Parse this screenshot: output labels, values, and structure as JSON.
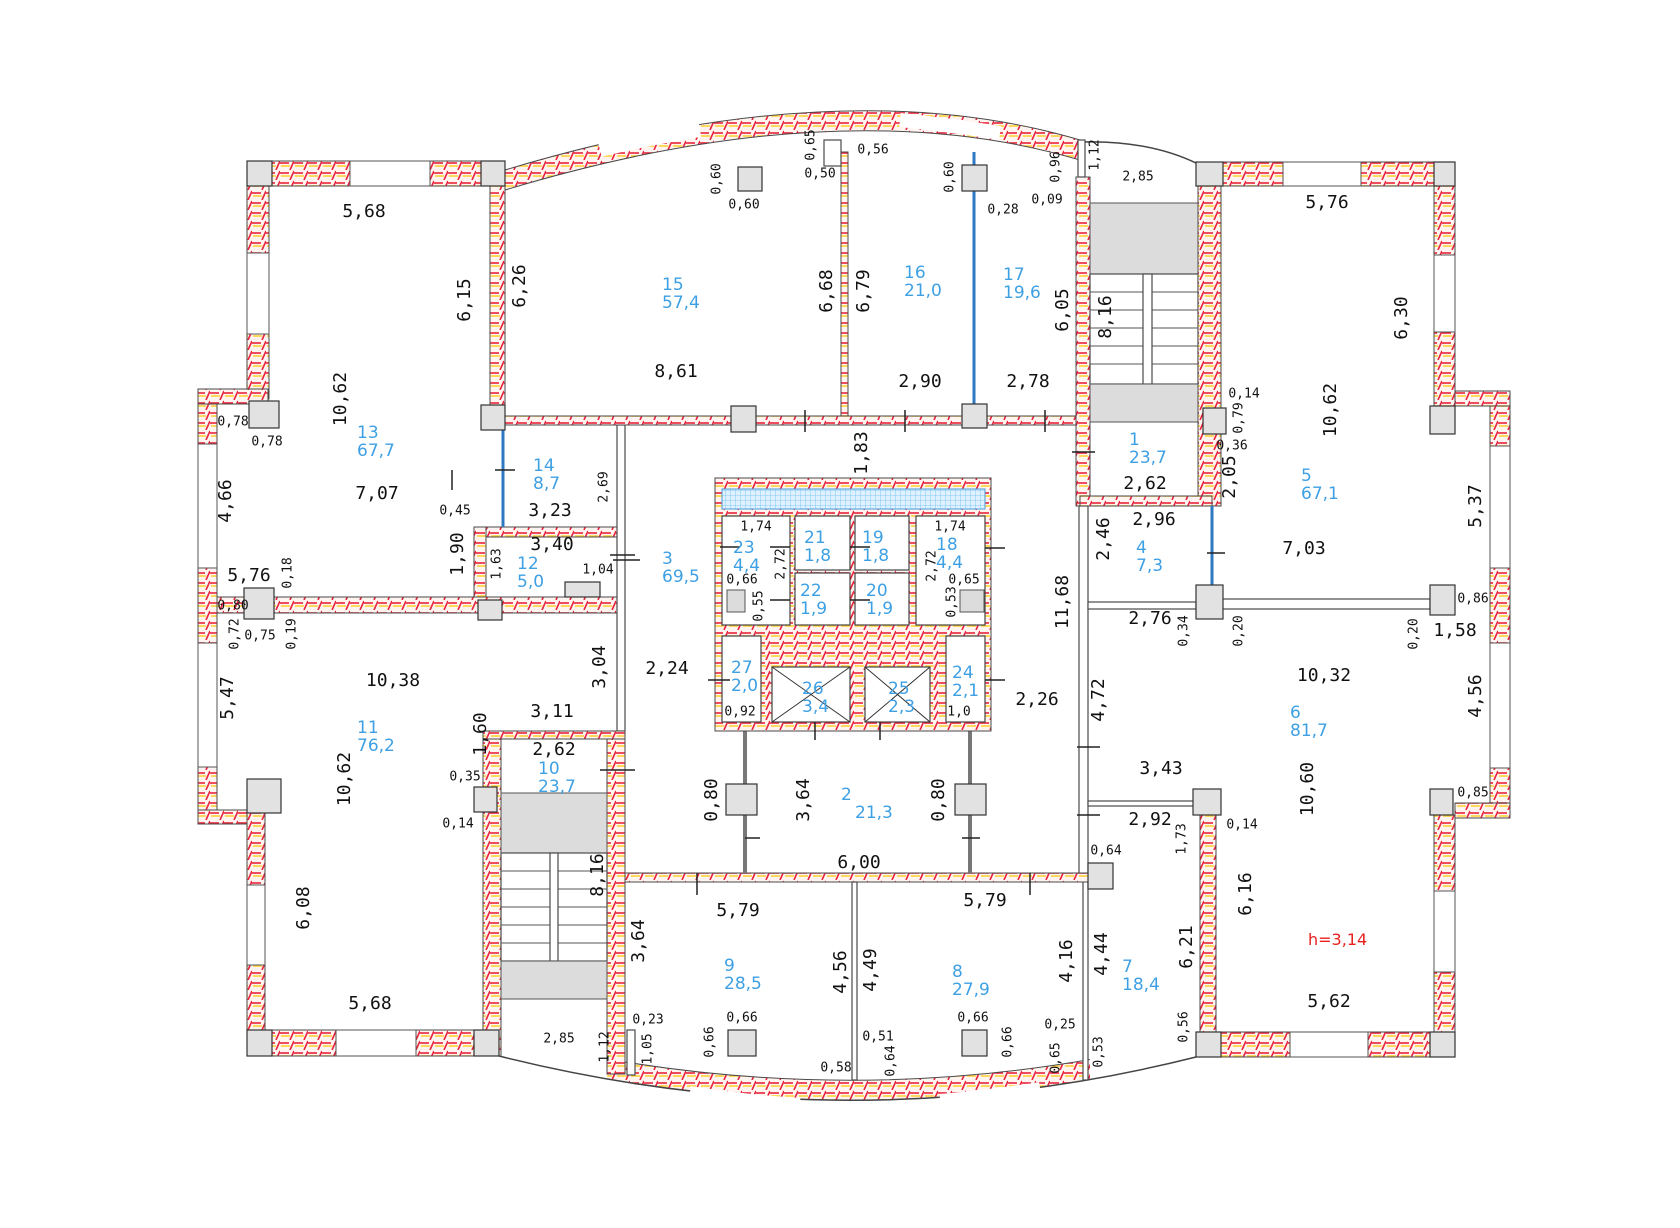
{
  "height_label": "h=3,14",
  "colors": {
    "wall_hatch_red": "#e8243c",
    "wall_hatch_yellow": "#ffd23a",
    "room_label": "#3ea0e4",
    "height_label": "#e8201e",
    "glass_partition": "#2f78c4"
  },
  "rooms": [
    {
      "number": "13",
      "area": "67,7"
    },
    {
      "number": "15",
      "area": "57,4"
    },
    {
      "number": "14",
      "area": "8,7"
    },
    {
      "number": "12",
      "area": "5,0"
    },
    {
      "number": "3",
      "area": "69,5"
    },
    {
      "number": "23",
      "area": "4,4"
    },
    {
      "number": "21",
      "area": "1,8"
    },
    {
      "number": "19",
      "area": "1,8"
    },
    {
      "number": "22",
      "area": "1,9"
    },
    {
      "number": "20",
      "area": "1,9"
    },
    {
      "number": "16",
      "area": "21,0"
    },
    {
      "number": "17",
      "area": "19,6"
    },
    {
      "number": "1",
      "area": "23,7"
    },
    {
      "number": "5",
      "area": "67,1"
    },
    {
      "number": "18",
      "area": "4,4"
    },
    {
      "number": "4",
      "area": "7,3"
    },
    {
      "number": "11",
      "area": "76,2"
    },
    {
      "number": "10",
      "area": "23,7"
    },
    {
      "number": "27",
      "area": "2,0"
    },
    {
      "number": "26",
      "area": "3,4"
    },
    {
      "number": "2",
      "area": "21,3"
    },
    {
      "number": "9",
      "area": "28,5"
    },
    {
      "number": "25",
      "area": "2,3"
    },
    {
      "number": "24",
      "area": "2,1"
    },
    {
      "number": "6",
      "area": "81,7"
    },
    {
      "number": "8",
      "area": "27,9"
    },
    {
      "number": "7",
      "area": "18,4"
    }
  ],
  "dims": [
    "5,68",
    "6,15",
    "6,26",
    "0,60",
    "0,60",
    "0,65",
    "0,50",
    "0,56",
    "6,68",
    "6,79",
    "8,61",
    "10,62",
    "0,78",
    "0,78",
    "4,66",
    "7,07",
    "0,45",
    "1,90",
    "3,23",
    "2,69",
    "3,40",
    "1,63",
    "1,04",
    "1,83",
    "1,74",
    "2,72",
    "0,66",
    "0,55",
    "5,76",
    "0,18",
    "0,80",
    "0,60",
    "0,28",
    "0,09",
    "0,96",
    "1,12",
    "2,85",
    "5,76",
    "6,05",
    "8,16",
    "6,30",
    "2,90",
    "2,78",
    "0,14",
    "0,79",
    "0,36",
    "10,62",
    "2,05",
    "2,62",
    "5,37",
    "2,96",
    "2,46",
    "7,03",
    "1,74",
    "2,72",
    "0,65",
    "0,53",
    "0,86",
    "11,68",
    "2,76",
    "0,34",
    "0,20",
    "0,20",
    "1,58",
    "0,72",
    "0,75",
    "0,19",
    "5,47",
    "10,38",
    "3,04",
    "2,24",
    "3,11",
    "1,60",
    "2,62",
    "0,35",
    "0,14",
    "10,62",
    "0,80",
    "3,64",
    "6,00",
    "8,16",
    "6,08",
    "5,79",
    "3,64",
    "4,56",
    "4,49",
    "5,68",
    "0,23",
    "0,66",
    "0,66",
    "1,05",
    "2,85",
    "1,12",
    "0,51",
    "0,64",
    "0,58",
    "0,92",
    "1,0",
    "2,26",
    "0,80",
    "4,72",
    "10,32",
    "4,56",
    "3,43",
    "10,60",
    "0,85",
    "2,92",
    "1,73",
    "0,14",
    "0,64",
    "5,79",
    "6,16",
    "4,16",
    "4,44",
    "6,21",
    "5,62",
    "0,66",
    "0,66",
    "0,25",
    "0,65",
    "0,53",
    "0,56"
  ]
}
